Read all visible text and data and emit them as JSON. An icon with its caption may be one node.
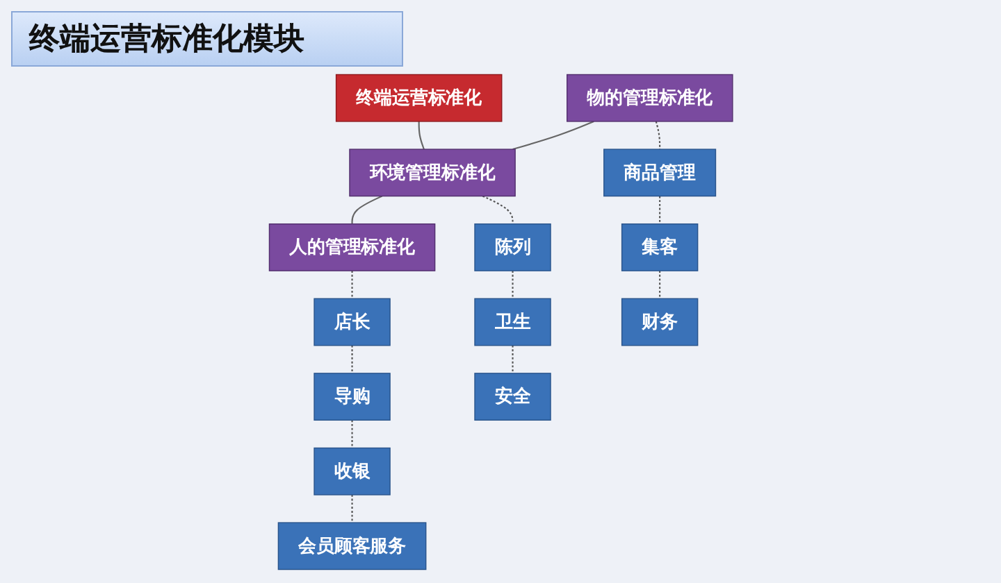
{
  "diagram": {
    "title": "终端运营标准化模块",
    "nodes": [
      {
        "text": [
          "终端运营标准化"
        ]
      },
      {
        "text": [
          "物的管理标准化"
        ]
      },
      {
        "text": [
          "环境管理标准化"
        ]
      },
      {
        "text": [
          "人的管理标准化"
        ]
      },
      {
        "text": [
          "商品管理"
        ]
      },
      {
        "text": [
          "集客"
        ]
      },
      {
        "text": [
          "财务"
        ]
      },
      {
        "text": [
          "陈列"
        ]
      },
      {
        "text": [
          "卫生"
        ]
      },
      {
        "text": [
          "安全"
        ]
      },
      {
        "text": [
          "店长"
        ]
      },
      {
        "text": [
          "导购"
        ]
      },
      {
        "text": [
          "收银"
        ]
      },
      {
        "text": [
          "会员顾客服务"
        ]
      }
    ],
    "edges": [
      {
        "from": 0,
        "to": 2,
        "arrow": "none"
      },
      {
        "from": 1,
        "to": 2,
        "arrow": "none"
      },
      {
        "from": 2,
        "to": 3,
        "arrow": "none"
      },
      {
        "from": 1,
        "to": 4,
        "arrow": "none",
        "style": "dashed"
      },
      {
        "from": 4,
        "to": 5,
        "arrow": "none",
        "style": "dashed"
      },
      {
        "from": 5,
        "to": 6,
        "arrow": "none",
        "style": "dashed"
      },
      {
        "from": 2,
        "to": 7,
        "arrow": "none",
        "style": "dashed"
      },
      {
        "from": 7,
        "to": 8,
        "arrow": "none",
        "style": "dashed"
      },
      {
        "from": 8,
        "to": 9,
        "arrow": "none",
        "style": "dashed"
      },
      {
        "from": 3,
        "to": 10,
        "arrow": "none",
        "style": "dashed"
      },
      {
        "from": 10,
        "to": 11,
        "arrow": "none",
        "style": "dashed"
      },
      {
        "from": 11,
        "to": 12,
        "arrow": "none",
        "style": "dashed"
      },
      {
        "from": 12,
        "to": 13,
        "arrow": "none",
        "style": "dashed"
      }
    ]
  }
}
